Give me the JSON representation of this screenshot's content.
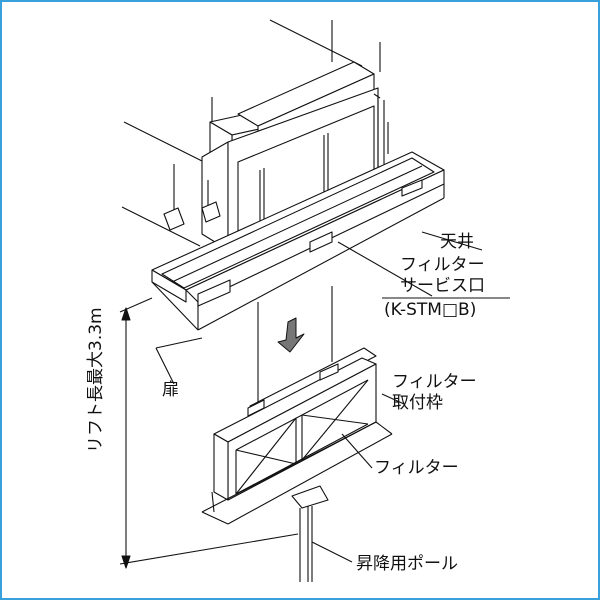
{
  "labels": {
    "ceiling": "天井",
    "service_port_1": "フィルター",
    "service_port_2": "サービス口",
    "model": "(K-STM□B)",
    "door": "扉",
    "filter_frame_1": "フィルター",
    "filter_frame_2": "取付枠",
    "filter": "フィルター",
    "lift_pole": "昇降用ポール",
    "lift_length": "リフト長最大3.3m"
  },
  "colors": {
    "border": "#3aa0dc",
    "line": "#111111"
  },
  "icons": {
    "arrow": "down-arrow-icon"
  }
}
